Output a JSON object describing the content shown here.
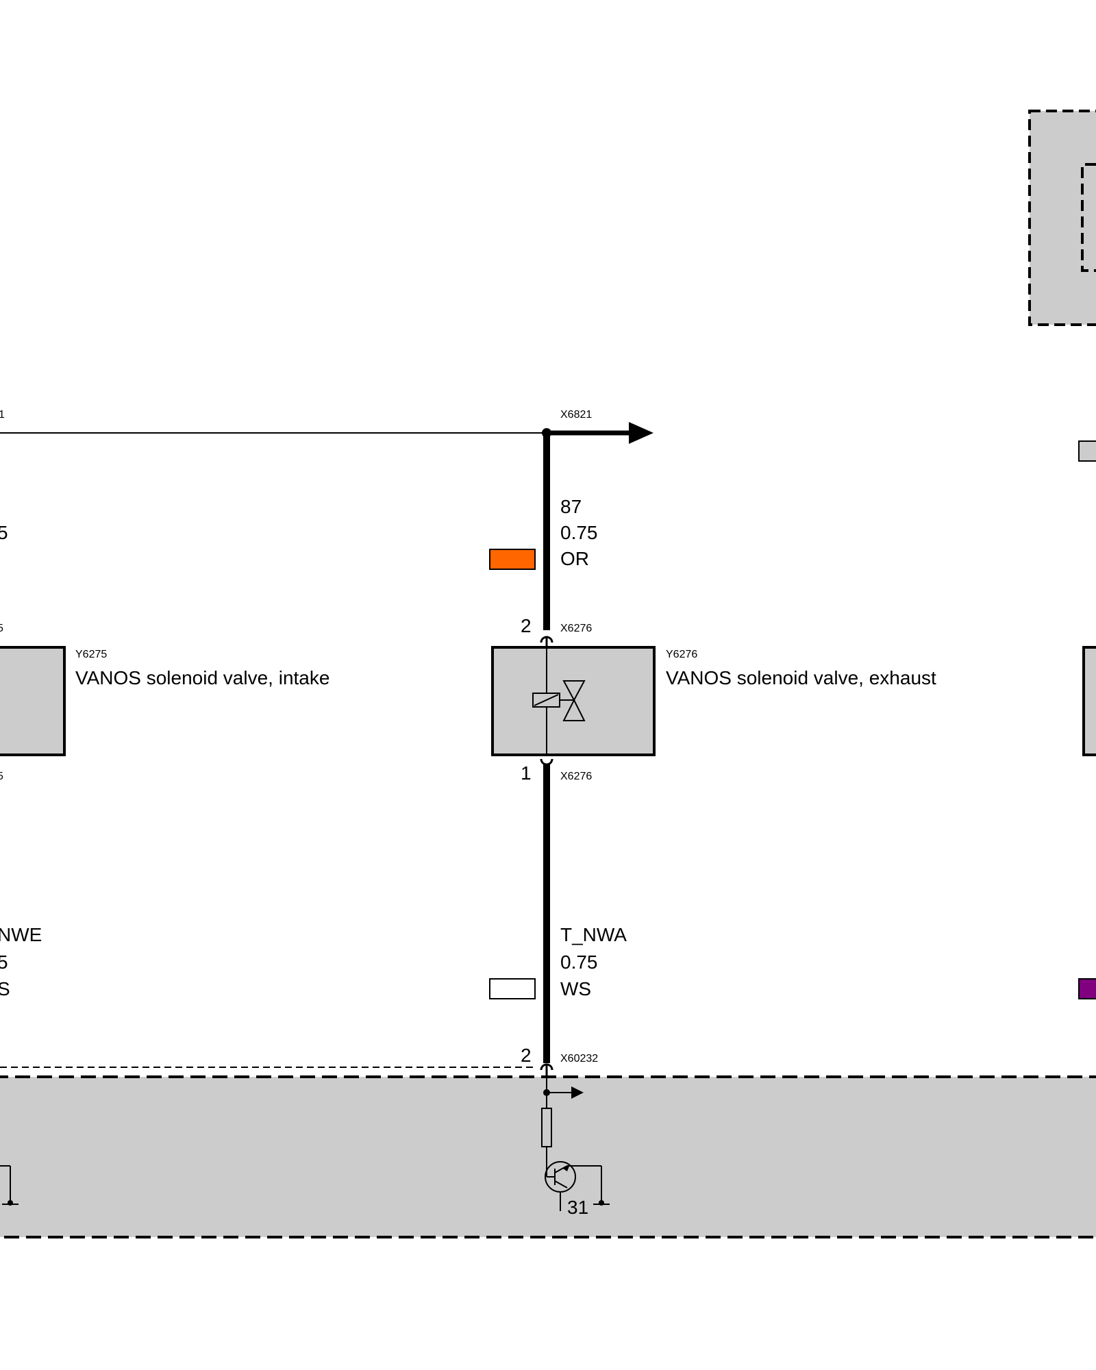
{
  "connectors": {
    "top_right": "X6821",
    "top_left_partial": "1",
    "y6275_top_partial": "5",
    "y6275_bottom_partial": "5",
    "y6276_top": "X6276",
    "y6276_bottom": "X6276",
    "ecu": "X60232"
  },
  "wire_top": {
    "terminal": "87",
    "gauge": "0.75",
    "color_code": "OR",
    "swatch_color": "#ff6600",
    "left_gauge_partial": "5"
  },
  "wire_bottom_center": {
    "signal": "T_NWA",
    "gauge": "0.75",
    "color_code": "WS",
    "swatch_color": "#ffffff"
  },
  "wire_bottom_left_partial": {
    "signal": "NWE",
    "gauge": "5",
    "color_code": "S"
  },
  "pins": {
    "y6276_top": "2",
    "y6276_bottom": "1",
    "ecu": "2"
  },
  "components": {
    "intake": {
      "id": "Y6275",
      "name": "VANOS solenoid valve, intake"
    },
    "exhaust": {
      "id": "Y6276",
      "name": "VANOS solenoid valve, exhaust"
    }
  },
  "ground_label": "31",
  "colors": {
    "component_fill": "#cccccc",
    "right_swatch_purple": "#800080"
  }
}
